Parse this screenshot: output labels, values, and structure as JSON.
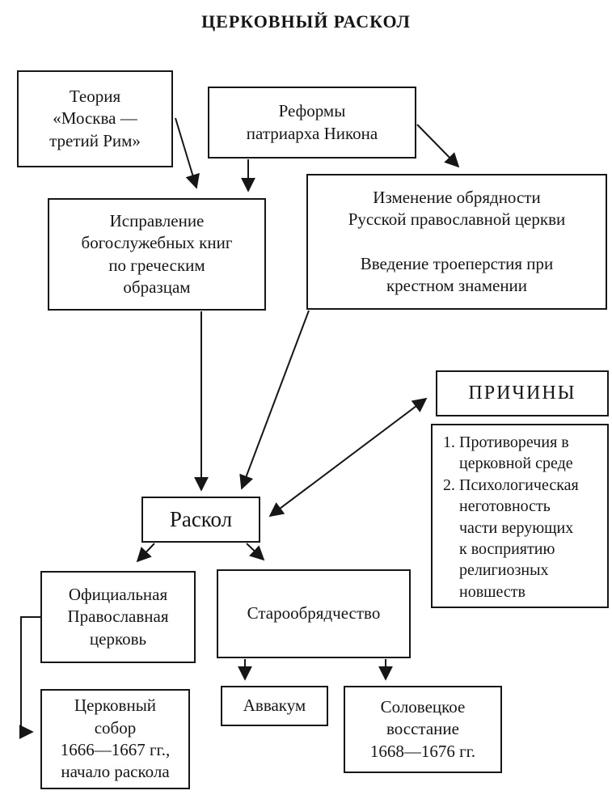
{
  "title": "ЦЕРКОВНЫЙ РАСКОЛ",
  "boxes": {
    "theory": {
      "text": "Теория\n«Москва —\nтретий Рим»"
    },
    "reforms": {
      "text": "Реформы\nпатриарха Никона"
    },
    "correction": {
      "text": "Исправление\nбогослужебных книг\nпо греческим\nобразцам"
    },
    "rites_change": {
      "text": "Изменение обрядности\nРусской православной церкви\n\nВведение троеперстия при\nкрестном знамении"
    },
    "causes_title": {
      "text": "ПРИЧИНЫ"
    },
    "schism": {
      "text": "Раскол"
    },
    "official_church": {
      "text": "Официальная\nПравославная\nцерковь"
    },
    "old_believers": {
      "text": "Старообрядчество"
    },
    "church_council": {
      "text": "Церковный\nсобор\n1666—1667 гг.,\nначало раскола"
    },
    "avvakum": {
      "text": "Аввакум"
    },
    "solovetsky": {
      "text": "Соловецкое\nвосстание\n1668—1676 гг."
    }
  },
  "causes": {
    "items": [
      "Противоречия в\nцерковной среде",
      "Психологическая\nнеготовность\nчасти верующих\nк восприятию\nрелигиозных\nновшеств"
    ]
  },
  "colors": {
    "ink": "#161616",
    "background": "#ffffff"
  }
}
